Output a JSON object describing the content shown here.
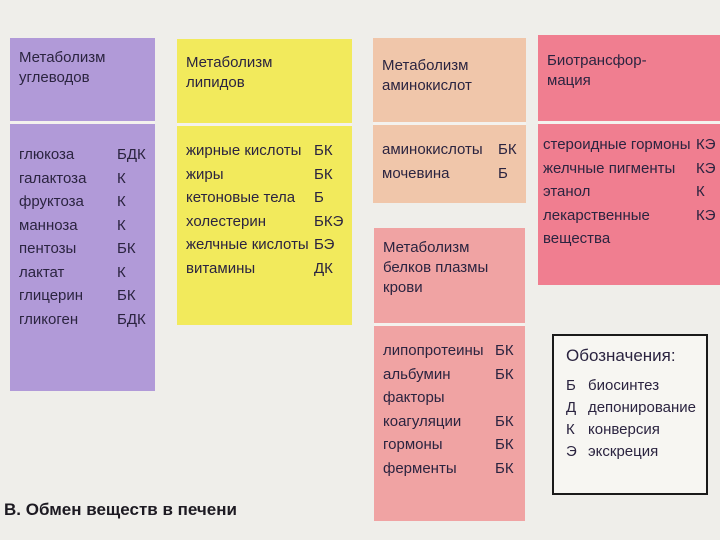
{
  "blocks": [
    {
      "title": [
        "Метаболизм",
        "углеводов"
      ],
      "rows": [
        [
          "глюкоза",
          "БДК"
        ],
        [
          "галактоза",
          "К"
        ],
        [
          "фруктоза",
          "К"
        ],
        [
          "манноза",
          "К"
        ],
        [
          "пентозы",
          "БК"
        ],
        [
          "лактат",
          "К"
        ],
        [
          "глицерин",
          "БК"
        ],
        [
          "гликоген",
          "БДК"
        ]
      ]
    },
    {
      "title": [
        "Метаболизм",
        "липидов"
      ],
      "rows": [
        [
          "жирные кислоты",
          "БК"
        ],
        [
          "жиры",
          "БК"
        ],
        [
          "кетоновые тела",
          "Б"
        ],
        [
          "холестерин",
          "БКЭ"
        ],
        [
          "желчные кислоты",
          "БЭ"
        ],
        [
          "витамины",
          "ДК"
        ]
      ]
    },
    {
      "title": [
        "Метаболизм",
        "аминокислот"
      ],
      "rows": [
        [
          "аминокислоты",
          "БК"
        ],
        [
          "мочевина",
          "Б"
        ]
      ]
    },
    {
      "title": [
        "Биотрансфор-",
        "мация"
      ],
      "rows": [
        [
          "стероидные гормоны",
          "КЭ"
        ],
        [
          "желчные пигменты",
          "КЭ"
        ],
        [
          "этанол",
          "К"
        ],
        [
          "лекарственные",
          "КЭ"
        ],
        [
          "вещества",
          ""
        ]
      ]
    },
    {
      "title": [
        "Метаболизм",
        "белков плазмы",
        "крови"
      ],
      "rows": [
        [
          "липопротеины",
          "БК"
        ],
        [
          "альбумин",
          "БК"
        ],
        [
          "факторы",
          ""
        ],
        [
          "коагуляции",
          "БК"
        ],
        [
          "гормоны",
          "БК"
        ],
        [
          "ферменты",
          "БК"
        ]
      ]
    }
  ],
  "legend": {
    "title": "Обозначения:",
    "items": [
      [
        "Б",
        "биосинтез"
      ],
      [
        "Д",
        "депонирование"
      ],
      [
        "К",
        "конверсия"
      ],
      [
        "Э",
        "экскреция"
      ]
    ]
  },
  "caption": "В. Обмен веществ в печени"
}
